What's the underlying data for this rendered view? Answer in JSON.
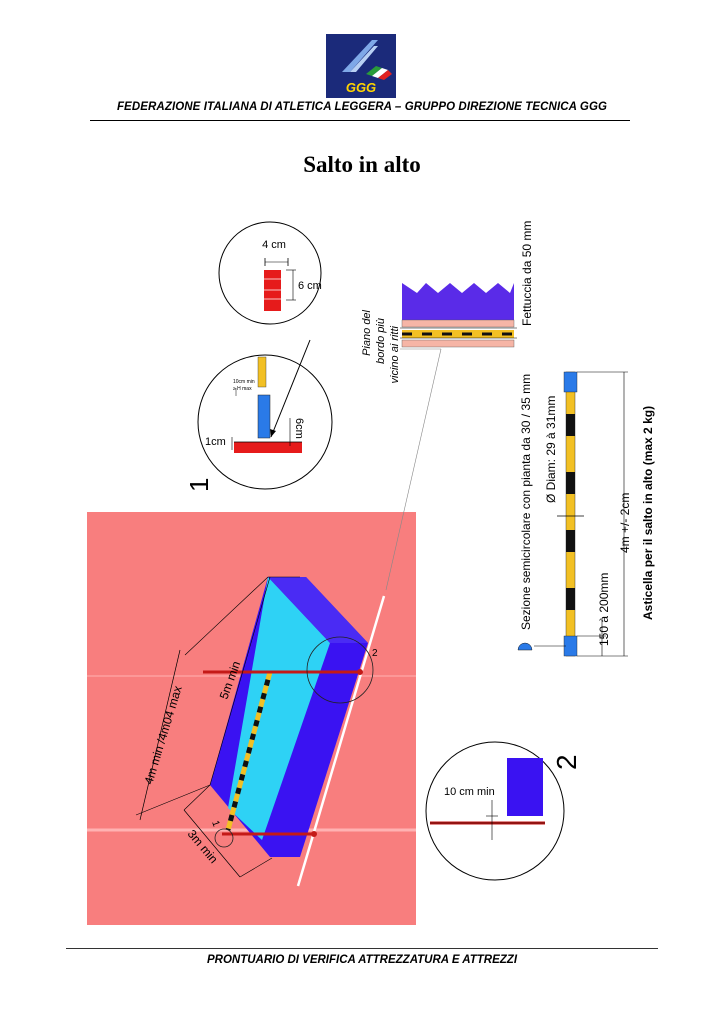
{
  "header": {
    "organization": "FEDERAZIONE ITALIANA DI ATLETICA LEGGERA – GRUPPO DIREZIONE TECNICA GGG",
    "logo_text": "GGG"
  },
  "title": "Salto in alto",
  "detail1": {
    "number": "1",
    "zoom_width": "4 cm",
    "zoom_height": "6 cm",
    "note_line1": "10cm min",
    "note_line2": "≥ H max",
    "offset": "1cm",
    "height": "6cm"
  },
  "detail2": {
    "number": "2",
    "gap": "10 cm min"
  },
  "landing": {
    "length": "5m min",
    "width": "4m min /4m04 max",
    "depth": "3m min",
    "marker1": "1",
    "marker2": "2"
  },
  "crossbar_edge": {
    "label": "Piano del bordo più vicino ai ritti",
    "tape": "Fettuccia da 50 mm"
  },
  "crossbar": {
    "section": "Sezione semicircolare con pianta da 30 / 35 mm",
    "diameter": "Ø Diam: 29 à 31mm",
    "end_length": "150 à 200mm",
    "total_length": "4m +/- 2cm",
    "caption": "Asticella per il salto in alto (max 2 kg)"
  },
  "footer": {
    "text": "PRONTUARIO DI VERIFICA ATTREZZATURA E ATTREZZI"
  },
  "colors": {
    "mat_blue": "#3a12f2",
    "mat_cyan": "#2ed2f5",
    "field_salmon": "#f87e7e",
    "bar_yellow": "#f2c024",
    "bar_black": "#111111",
    "standard_red": "#c41a18",
    "tile_red": "#e61b1b"
  }
}
